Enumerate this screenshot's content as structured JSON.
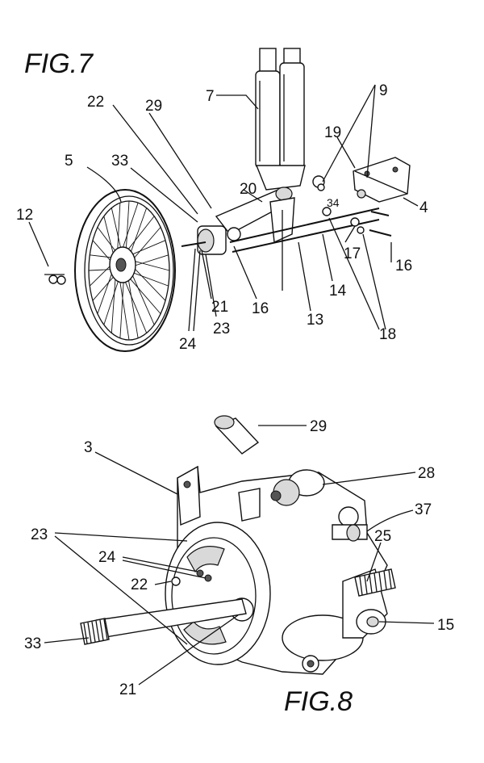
{
  "figures": [
    {
      "title": "FIG.7",
      "reference_numerals": [
        "5",
        "7",
        "9",
        "19",
        "22",
        "29",
        "33",
        "12",
        "20",
        "4",
        "34",
        "21",
        "16",
        "14",
        "17",
        "16",
        "13",
        "23",
        "24",
        "18"
      ]
    },
    {
      "title": "FIG.8",
      "reference_numerals": [
        "29",
        "3",
        "28",
        "37",
        "23",
        "25",
        "24",
        "22",
        "15",
        "33",
        "21"
      ]
    }
  ],
  "colors": {
    "ink": "#111111",
    "paper": "#ffffff",
    "shade": "#d9d9d9"
  }
}
